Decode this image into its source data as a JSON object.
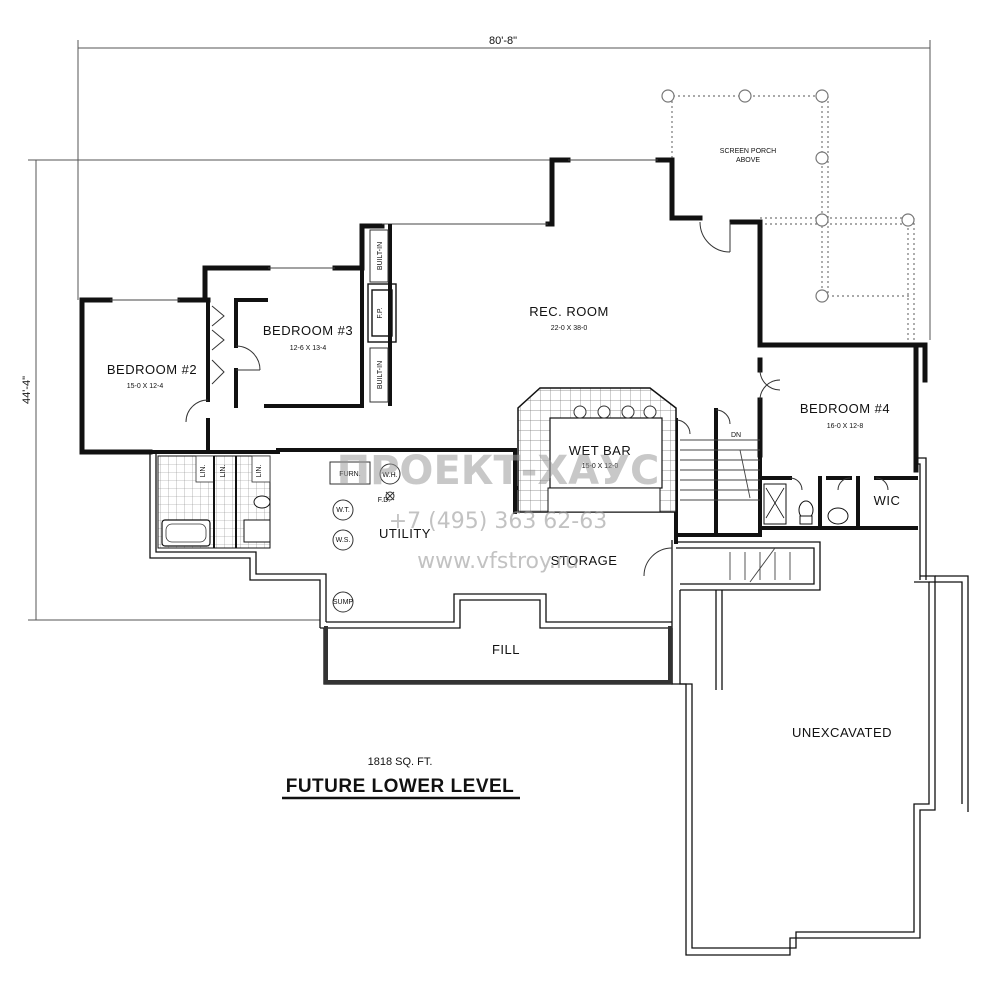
{
  "dimensions": {
    "width_total": "80'-8\"",
    "depth_total": "44'-4\""
  },
  "rooms": {
    "rec_room": {
      "name": "REC. ROOM",
      "size": "22-0 X 38-0"
    },
    "bedroom2": {
      "name": "BEDROOM #2",
      "size": "15-0 X 12-4"
    },
    "bedroom3": {
      "name": "BEDROOM #3",
      "size": "12-6 X 13-4"
    },
    "bedroom4": {
      "name": "BEDROOM #4",
      "size": "16-0 X 12-8"
    },
    "wet_bar": {
      "name": "WET BAR",
      "size": "15-0 X 12-0"
    },
    "utility": {
      "name": "UTILITY"
    },
    "storage": {
      "name": "STORAGE"
    },
    "fill": {
      "name": "FILL"
    },
    "unexcavated": {
      "name": "UNEXCAVATED"
    },
    "screen_porch": {
      "line1": "SCREEN PORCH",
      "line2": "ABOVE"
    },
    "wic": {
      "name": "WIC"
    }
  },
  "fixtures": {
    "builtin_upper": "BUILT-IN",
    "builtin_lower": "BUILT-IN",
    "fp": "F.P.",
    "lin1": "LIN.",
    "lin2": "LIN.",
    "lin3": "LIN.",
    "furn": "FURN.",
    "fd": "F.D.",
    "wh": "W.H.",
    "wt": "W.T.",
    "ws": "W.S.",
    "sump": "SUMP",
    "stair_dn": "DN"
  },
  "area": "1818 SQ. FT.",
  "title": "FUTURE LOWER LEVEL",
  "watermark": {
    "brand": "ПРОЕКТ-ХАУС",
    "phone": "+7 (495) 363 62-63",
    "url": "www.vfstroy.ru"
  }
}
